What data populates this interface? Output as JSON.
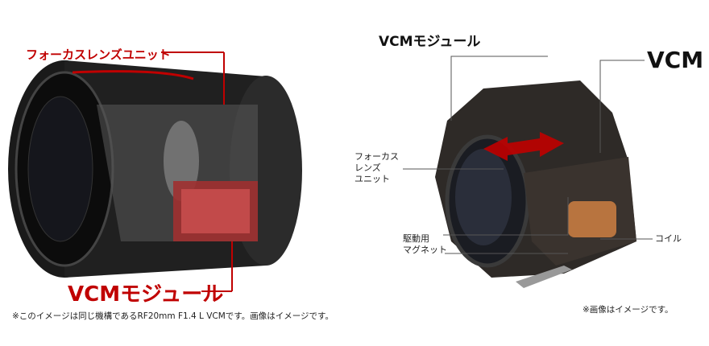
{
  "left": {
    "label_focus_unit": "フォーカスレンズユニット",
    "label_vcm_module": "VCMモジュール",
    "note": "※このイメージは同じ機構であるRF20mm F1.4 L VCMです。画像はイメージです。"
  },
  "right": {
    "title": "VCMモジュール",
    "label_vcm": "VCM",
    "label_focus_unit": [
      "フォーカス",
      "レンズ",
      "ユニット"
    ],
    "label_magnet": [
      "駆動用",
      "マグネット"
    ],
    "label_coil": "コイル",
    "note": "※画像はイメージです。"
  },
  "colors": {
    "accent": "#c00000",
    "line": "#555555"
  }
}
